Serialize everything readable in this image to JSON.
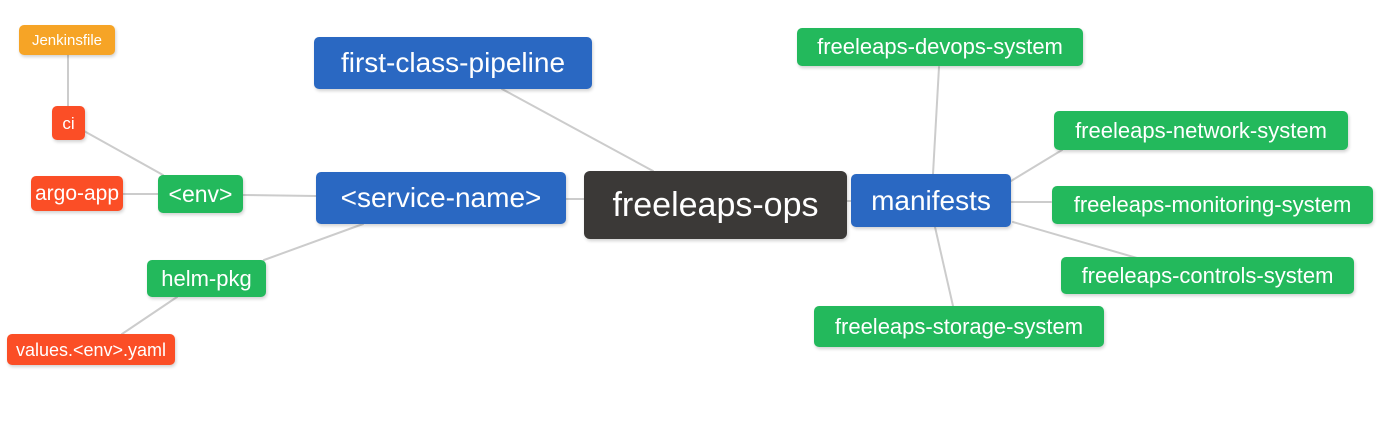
{
  "diagram": {
    "type": "mindmap",
    "root": "freeleaps-ops",
    "colors": {
      "blue": "#2a68c2",
      "green": "#23b95c",
      "red": "#fb4e26",
      "orange": "#f6a426",
      "dark": "#3b3937",
      "edge": "#cccccc",
      "background": "#ffffff",
      "text": "#ffffff"
    },
    "nodes": {
      "jenkinsfile": {
        "label": "Jenkinsfile",
        "color": "orange"
      },
      "ci": {
        "label": "ci",
        "color": "red"
      },
      "argo_app": {
        "label": "argo-app",
        "color": "red"
      },
      "env": {
        "label": "<env>",
        "color": "green"
      },
      "service_name": {
        "label": "<service-name>",
        "color": "blue"
      },
      "first_class_pipeline": {
        "label": "first-class-pipeline",
        "color": "blue"
      },
      "freeleaps_ops": {
        "label": "freeleaps-ops",
        "color": "dark"
      },
      "manifests": {
        "label": "manifests",
        "color": "blue"
      },
      "devops_system": {
        "label": "freeleaps-devops-system",
        "color": "green"
      },
      "network_system": {
        "label": "freeleaps-network-system",
        "color": "green"
      },
      "monitoring_system": {
        "label": "freeleaps-monitoring-system",
        "color": "green"
      },
      "controls_system": {
        "label": "freeleaps-controls-system",
        "color": "green"
      },
      "storage_system": {
        "label": "freeleaps-storage-system",
        "color": "green"
      },
      "helm_pkg": {
        "label": "helm-pkg",
        "color": "green"
      },
      "values_yaml": {
        "label": "values.<env>.yaml",
        "color": "red"
      }
    },
    "edges": [
      {
        "from": "jenkinsfile",
        "to": "ci"
      },
      {
        "from": "ci",
        "to": "env"
      },
      {
        "from": "argo_app",
        "to": "env"
      },
      {
        "from": "env",
        "to": "service_name"
      },
      {
        "from": "service_name",
        "to": "helm_pkg"
      },
      {
        "from": "helm_pkg",
        "to": "values_yaml"
      },
      {
        "from": "service_name",
        "to": "freeleaps_ops"
      },
      {
        "from": "first_class_pipeline",
        "to": "freeleaps_ops"
      },
      {
        "from": "freeleaps_ops",
        "to": "manifests"
      },
      {
        "from": "manifests",
        "to": "devops_system"
      },
      {
        "from": "manifests",
        "to": "network_system"
      },
      {
        "from": "manifests",
        "to": "monitoring_system"
      },
      {
        "from": "manifests",
        "to": "controls_system"
      },
      {
        "from": "manifests",
        "to": "storage_system"
      }
    ]
  }
}
